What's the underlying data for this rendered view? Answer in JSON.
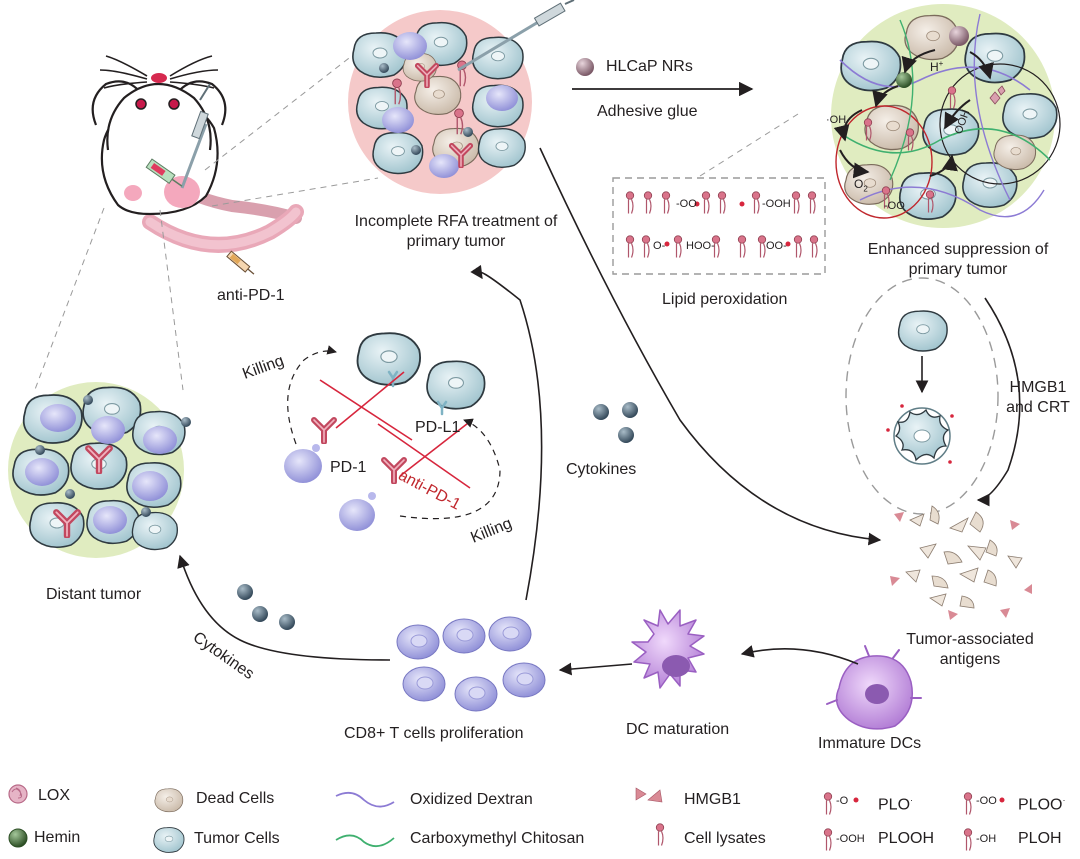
{
  "diagram": {
    "labels": {
      "reagent": "HLCaP NRs",
      "adhesive": "Adhesive glue",
      "rfa": "Incomplete RFA treatment of primary tumor",
      "enhanced": "Enhanced suppression of primary tumor",
      "lipid": "Lipid peroxidation",
      "anti_pd1_mouse": "anti-PD-1",
      "hmgb1_crt": "HMGB1 and CRT",
      "taa": "Tumor-associated antigens",
      "immature": "Immature DCs",
      "dc_maturation": "DC maturation",
      "cd8": "CD8+ T cells proliferation",
      "distant": "Distant tumor",
      "cytokines_left": "Cytokines",
      "cytokines_center": "Cytokines",
      "killing_top": "Killing",
      "killing_bottom": "Killing",
      "pdl1": "PD-L1",
      "pd1": "PD-1",
      "anti_pd1_center": "anti-PD-1",
      "h_plus": "H",
      "oh": "OH",
      "ooh": "OOH",
      "oo": "OO",
      "o2": "O",
      "lipid_oo_a": "OO",
      "lipid_ooh": "OOH",
      "lipid_o": "O",
      "lipid_hoo": "HOO",
      "lipid_oo_b": "OO"
    },
    "legend": [
      {
        "label": "LOX",
        "icon": "lox-icon"
      },
      {
        "label": "Hemin",
        "icon": "hemin-icon"
      },
      {
        "label": "Dead Cells",
        "icon": "dead-cell-icon"
      },
      {
        "label": "Tumor Cells",
        "icon": "tumor-cell-icon"
      },
      {
        "label": "Oxidized Dextran",
        "icon": "oxidized-dextran-icon"
      },
      {
        "label": "Carboxymethyl Chitosan",
        "icon": "carboxymethyl-chitosan-icon"
      },
      {
        "label": "HMGB1",
        "icon": "hmgb1-icon"
      },
      {
        "label": "Cell lysates",
        "icon": "cell-lysate-icon"
      },
      {
        "label": "PLO",
        "icon": "plo-icon"
      },
      {
        "label": "PLOOH",
        "icon": "plooh-icon"
      },
      {
        "label": "PLOO",
        "icon": "ploo-icon"
      },
      {
        "label": "PLOH",
        "icon": "ploh-icon"
      }
    ],
    "colors": {
      "tumor_cell": "#c4dde3",
      "t_cell": "#b3b3e6",
      "dc": "#c79be0",
      "antibody": "#c2485f",
      "cytokine": "#4d6575",
      "tumor_bg": "#e0ecc0",
      "rfa_bg": "#f5c9c9",
      "pink": "#f4a8bd"
    }
  }
}
